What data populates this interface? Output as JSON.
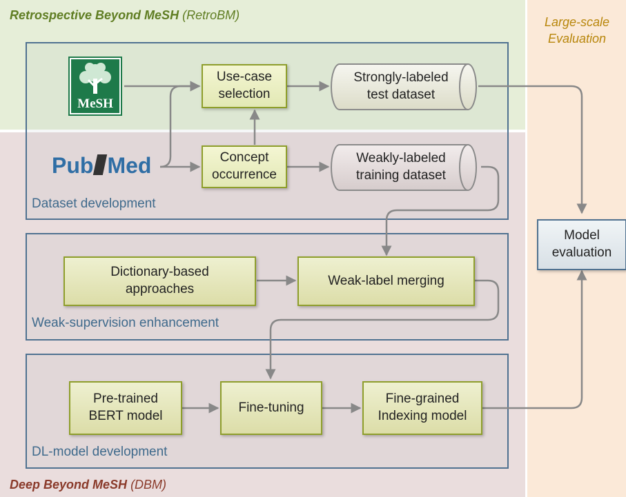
{
  "regions": {
    "retro_label": "Retrospective Beyond MeSH",
    "retro_abbr": "(RetroBM)",
    "large_scale": "Large-scale\nEvaluation",
    "deep_label": "Deep Beyond MeSH",
    "deep_abbr": "(DBM)"
  },
  "logos": {
    "mesh_text": "MeSH",
    "pubmed_pub": "Pub",
    "pubmed_med": "Med"
  },
  "panels": {
    "dataset_dev": "Dataset development",
    "weak_sup": "Weak-supervision enhancement",
    "dl_model": "DL-model development"
  },
  "nodes": {
    "use_case": "Use-case\nselection",
    "concept": "Concept\noccurrence",
    "strong_db": "Strongly-labeled\ntest dataset",
    "weak_db": "Weakly-labeled\ntraining dataset",
    "dictionary": "Dictionary-based\napproaches",
    "merging": "Weak-label merging",
    "pretrained": "Pre-trained\nBERT model",
    "finetune": "Fine-tuning",
    "finegrained": "Fine-grained\nIndexing model",
    "evaluation": "Model\nevaluation"
  },
  "colors": {
    "retro_bg": "#e6eed8",
    "deep_bg": "#eadddd",
    "eval_bg": "#fbe9d8",
    "retro_text": "#5f7d22",
    "deep_text": "#8a3a2a",
    "eval_text": "#b8860b",
    "panel_border": "#4f7190",
    "mesh_green": "#1e7a4a",
    "pubmed_blue": "#2f6ea5"
  }
}
